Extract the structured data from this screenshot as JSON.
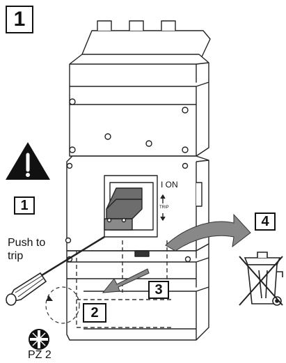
{
  "steps": {
    "main": "1",
    "warning": "1",
    "screwdriver": "2",
    "remove": "3",
    "dispose": "4"
  },
  "labels": {
    "push_line1": "Push to",
    "push_line2": "trip",
    "on": "I ON",
    "trip": "TRIP",
    "bit": "PZ 2"
  },
  "icons": {
    "warning": "warning-triangle-icon",
    "bit": "pozidriv-bit-icon",
    "bin": "crossed-out-wheelie-bin-icon"
  }
}
